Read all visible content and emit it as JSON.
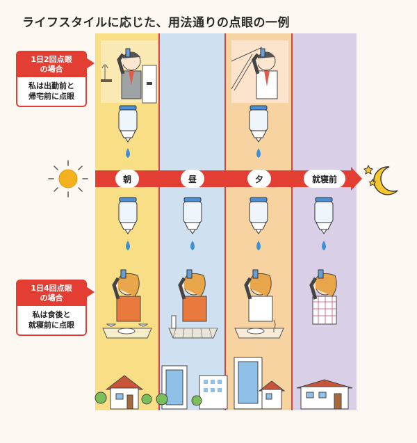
{
  "title": "ライフスタイルに応じた、用法通りの点眼の一例",
  "timeline": {
    "morning": "朝",
    "noon": "昼",
    "evening": "夕",
    "bedtime": "就寝前"
  },
  "callouts": [
    {
      "heading": "1日2回点眼\nの場合",
      "body": "私は出勤前と\n帰宅前に点眼"
    },
    {
      "heading": "1日4回点眼\nの場合",
      "body": "私は食後と\n就寝前に点眼"
    }
  ],
  "colors": {
    "accent_red": "#e23e33",
    "morning_yellow": "#f8de85",
    "noon_blue": "#cfe0f1",
    "evening_orange": "#f8d3a2",
    "night_purple": "#d9d0e7",
    "drop_blue": "#3d8fd6"
  },
  "icons": [
    "sun-icon",
    "moon-icon",
    "eye-drop-bottle-icon",
    "water-drop-icon",
    "house-icon",
    "building-icon",
    "tree-icon"
  ]
}
